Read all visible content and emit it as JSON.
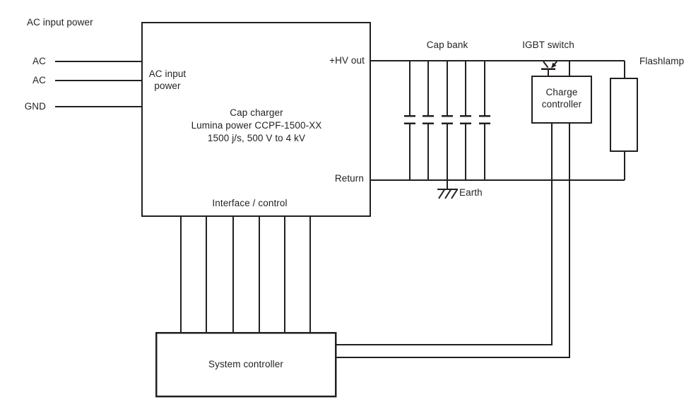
{
  "title": "AC input power",
  "source_labels": {
    "ac1": "AC",
    "ac2": "AC",
    "gnd": "GND"
  },
  "cap_charger": {
    "input_label_line1": "AC input",
    "input_label_line2": "power",
    "name": "Cap charger",
    "model": "Lumina power CCPF-1500-XX",
    "spec": "1500 j/s, 500 V to 4 kV",
    "hv_out_label": "+HV out",
    "return_label": "Return",
    "interface_label": "Interface / control"
  },
  "cap_bank": {
    "label": "Cap bank",
    "capacitor_count": 5
  },
  "igbt": {
    "label": "IGBT switch"
  },
  "flashlamp": {
    "label": "Flashlamp"
  },
  "charge_controller": {
    "label_line1": "Charge",
    "label_line2": "controller"
  },
  "earth": {
    "label": "Earth"
  },
  "system_controller": {
    "label": "System controller"
  },
  "colors": {
    "line": "#231f20",
    "background": "#ffffff",
    "text": "#231f20"
  }
}
